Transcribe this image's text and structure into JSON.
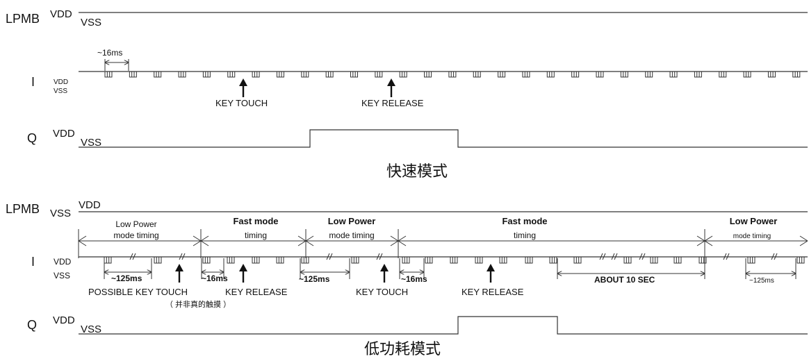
{
  "fast": {
    "lpmb": {
      "name": "LPMB",
      "hi": "VDD",
      "lo": "VSS"
    },
    "i": {
      "name": "I",
      "hi": "VDD",
      "lo": "VSS"
    },
    "q": {
      "name": "Q",
      "hi": "VDD",
      "lo": "VSS"
    },
    "period": "~16ms",
    "key_touch": "KEY TOUCH",
    "key_release": "KEY RELEASE",
    "caption": "快速模式"
  },
  "lowpower": {
    "lpmb": {
      "name": "LPMB",
      "lo": "VSS",
      "hi": "VDD"
    },
    "i": {
      "name": "I",
      "hi": "VDD",
      "lo": "VSS"
    },
    "q": {
      "name": "Q",
      "hi": "VDD",
      "lo": "VSS"
    },
    "phase1": {
      "line1": "Low Power",
      "line2": "mode timing"
    },
    "phase2": {
      "line1": "Fast mode",
      "line2": "timing"
    },
    "phase3": {
      "line1": "Low Power",
      "line2": "mode timing"
    },
    "phase4": {
      "line1": "Fast mode",
      "line2": "timing"
    },
    "phase5": {
      "line1": "Low Power",
      "line2": "mode  timing"
    },
    "p125a": "~125ms",
    "p16a": "~16ms",
    "p125b": "~125ms",
    "p16b": "~16ms",
    "about": "ABOUT 10 SEC",
    "p125c": "~125ms",
    "possible": "POSSIBLE KEY TOUCH",
    "not_touch": "（ 并非真的触摸 ）",
    "key_release1": "KEY RELEASE",
    "key_touch": "KEY TOUCH",
    "key_release2": "KEY RELEASE",
    "caption": "低功耗模式"
  }
}
